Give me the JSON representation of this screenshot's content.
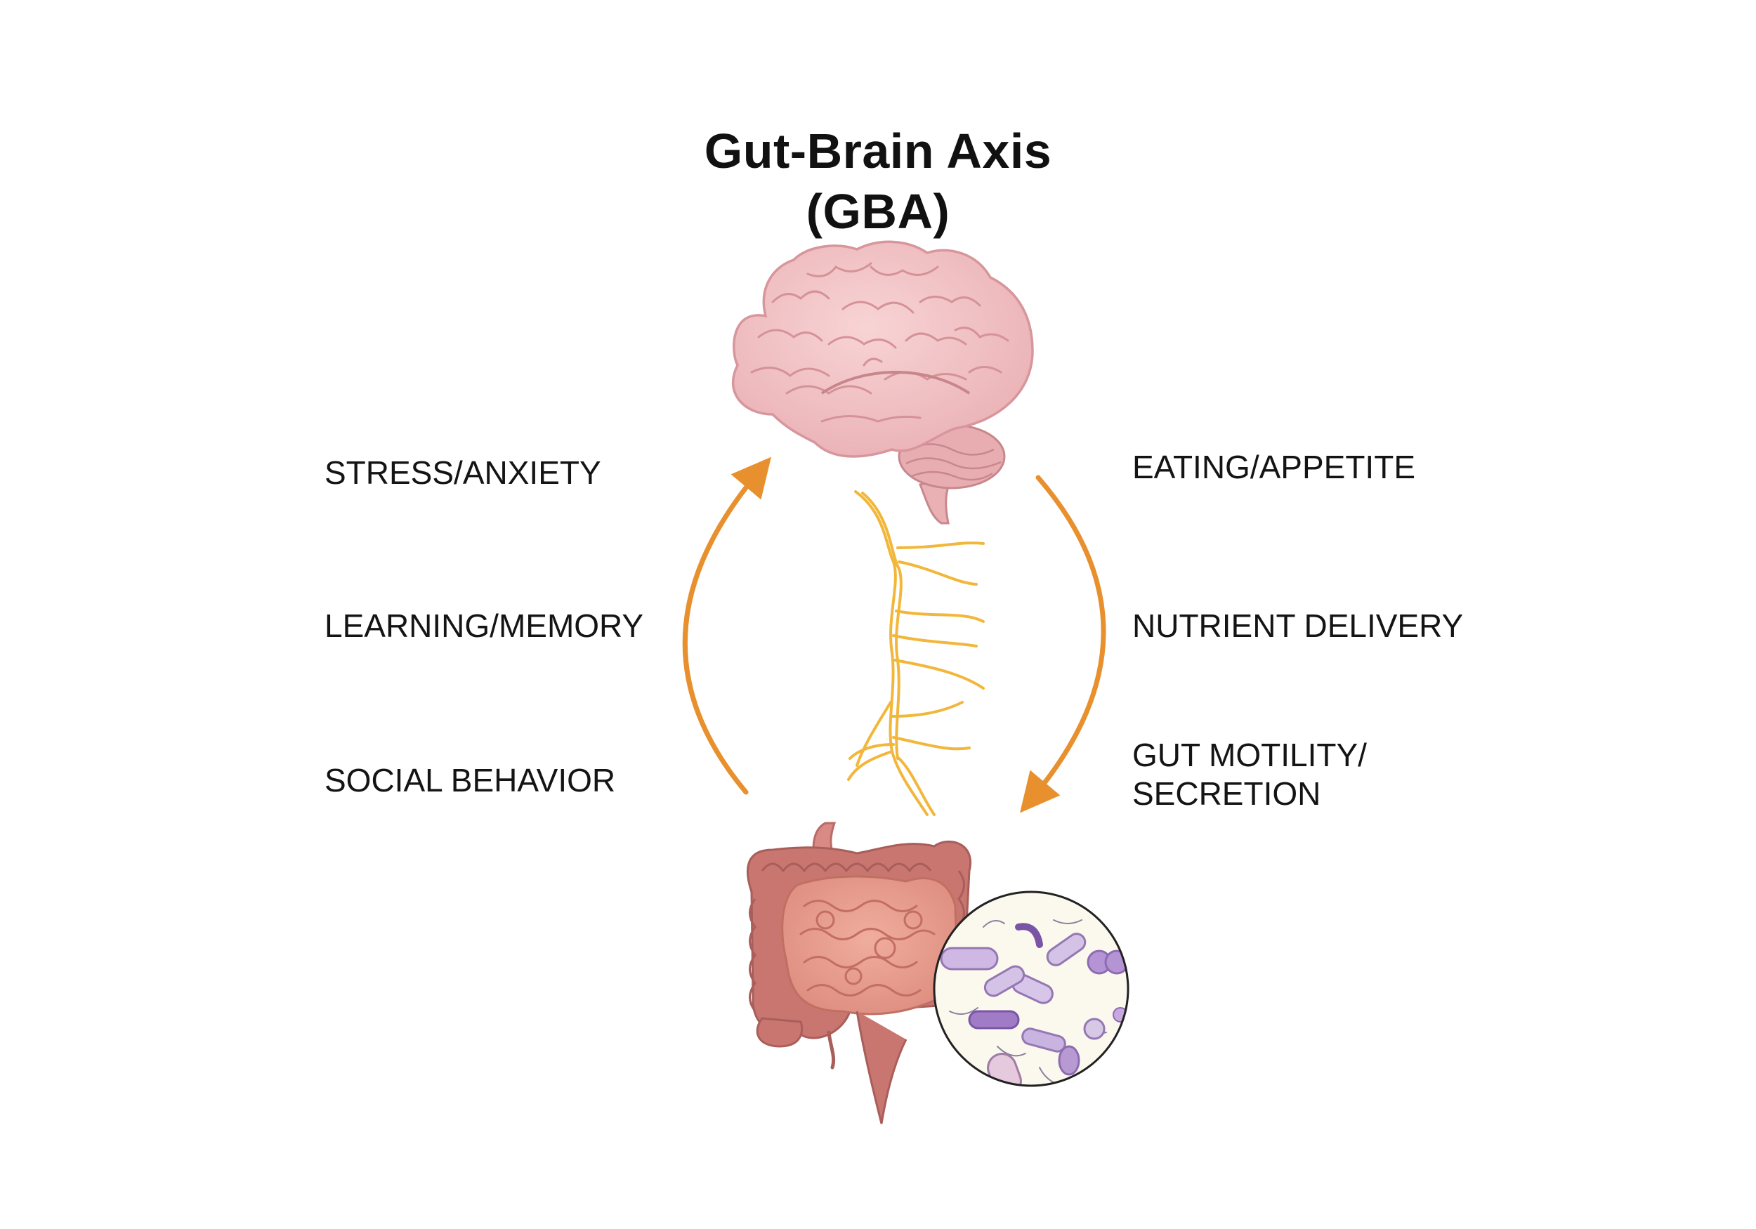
{
  "title": {
    "line1": "Gut-Brain Axis",
    "line2": "(GBA)"
  },
  "left_labels": [
    "STRESS/ANXIETY",
    "LEARNING/MEMORY",
    "SOCIAL BEHAVIOR"
  ],
  "right_labels": [
    "EATING/APPETITE",
    "NUTRIENT DELIVERY",
    "GUT MOTILITY/",
    "SECRETION"
  ],
  "colors": {
    "arrow": "#e8902e",
    "nerve": "#f2b73a",
    "brain": "#f4c6c8",
    "brain_outline": "#d7969b",
    "intestine": "#e59a8b",
    "colon": "#c97670",
    "microbe_circle_bg": "#fbf9ee",
    "microbes": "#b79ad1"
  },
  "icons": [
    "brain-icon",
    "vagus-nerve-icon",
    "intestine-icon",
    "gut-microbiota-icon",
    "up-arrow-icon",
    "down-arrow-icon"
  ]
}
